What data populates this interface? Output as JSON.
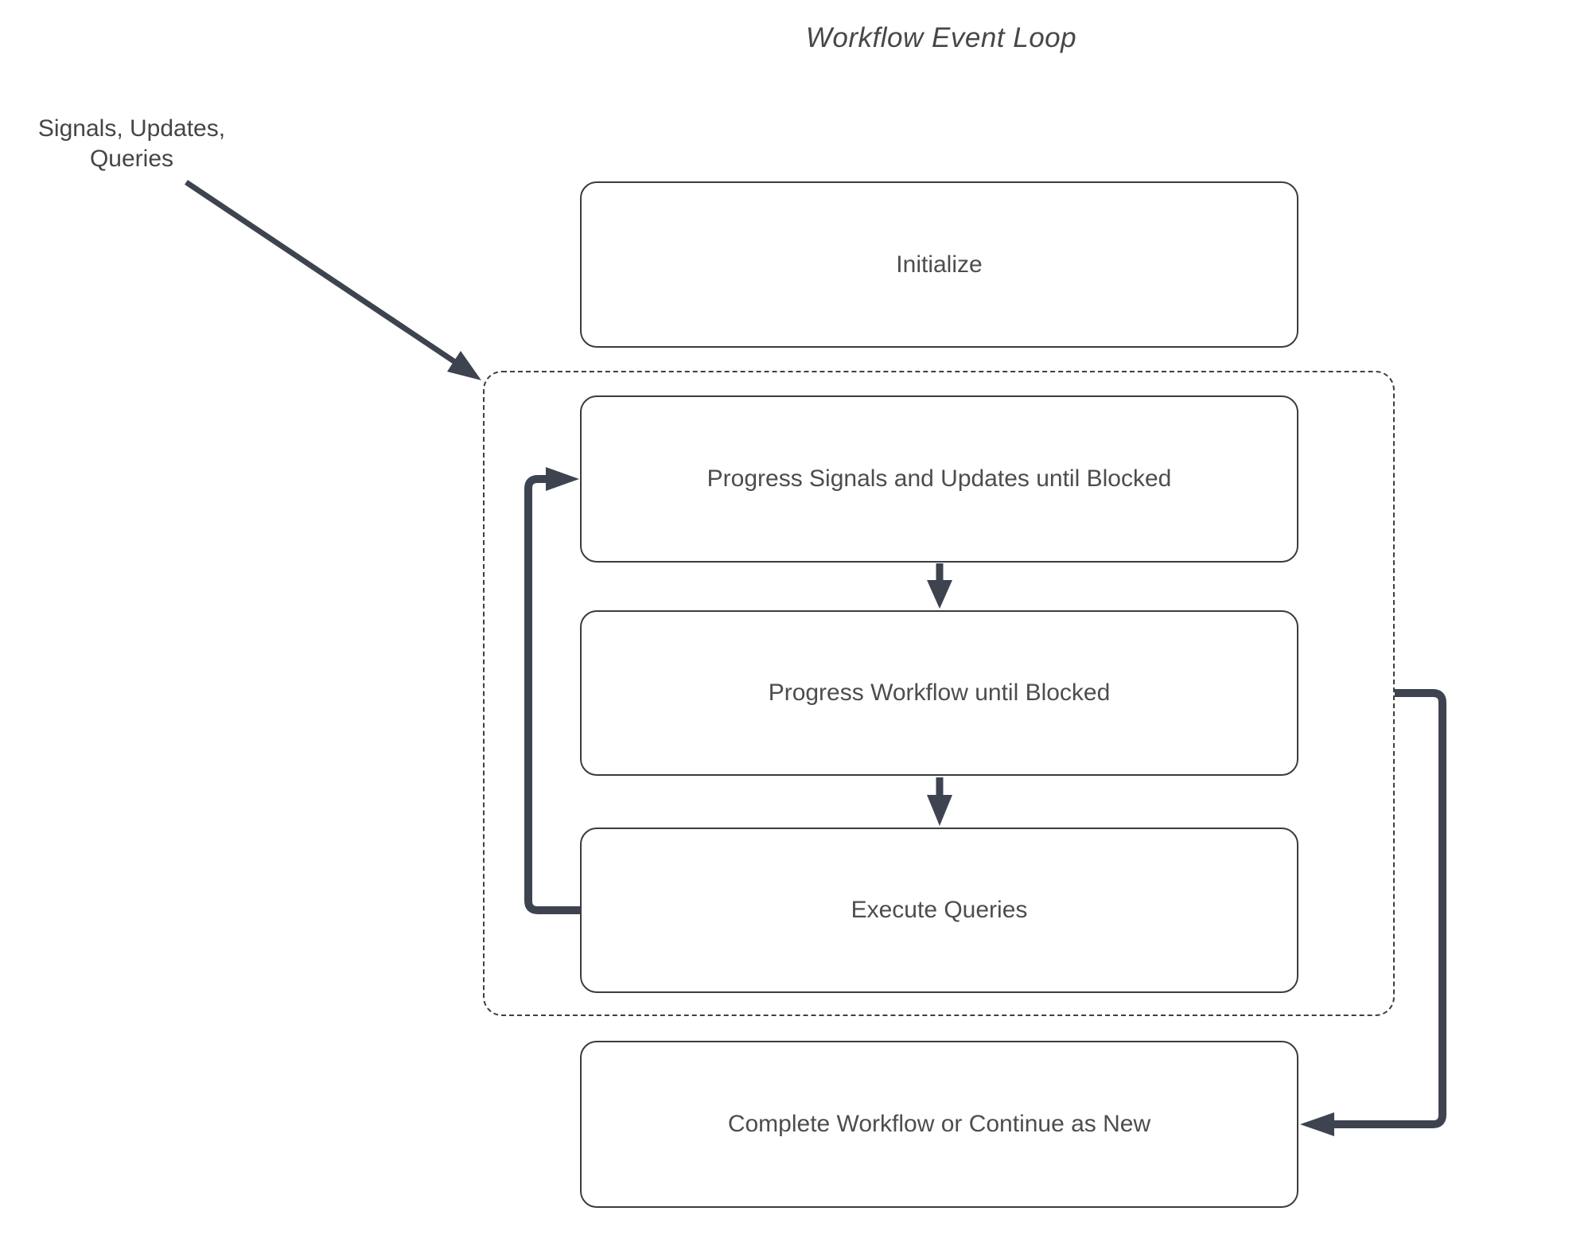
{
  "title": "Workflow Event Loop",
  "input_label": {
    "line1": "Signals, Updates,",
    "line2": "Queries"
  },
  "nodes": {
    "initialize": {
      "label": "Initialize"
    },
    "progress_signals": {
      "label": "Progress Signals and Updates until Blocked"
    },
    "progress_workflow": {
      "label": "Progress Workflow until Blocked"
    },
    "execute_queries": {
      "label": "Execute Queries"
    },
    "complete_workflow": {
      "label": "Complete Workflow or Continue as New"
    }
  },
  "colors": {
    "arrow": "#3e4350",
    "box_border": "#3b3b40",
    "text": "#4d4d4d",
    "background": "#ffffff"
  }
}
